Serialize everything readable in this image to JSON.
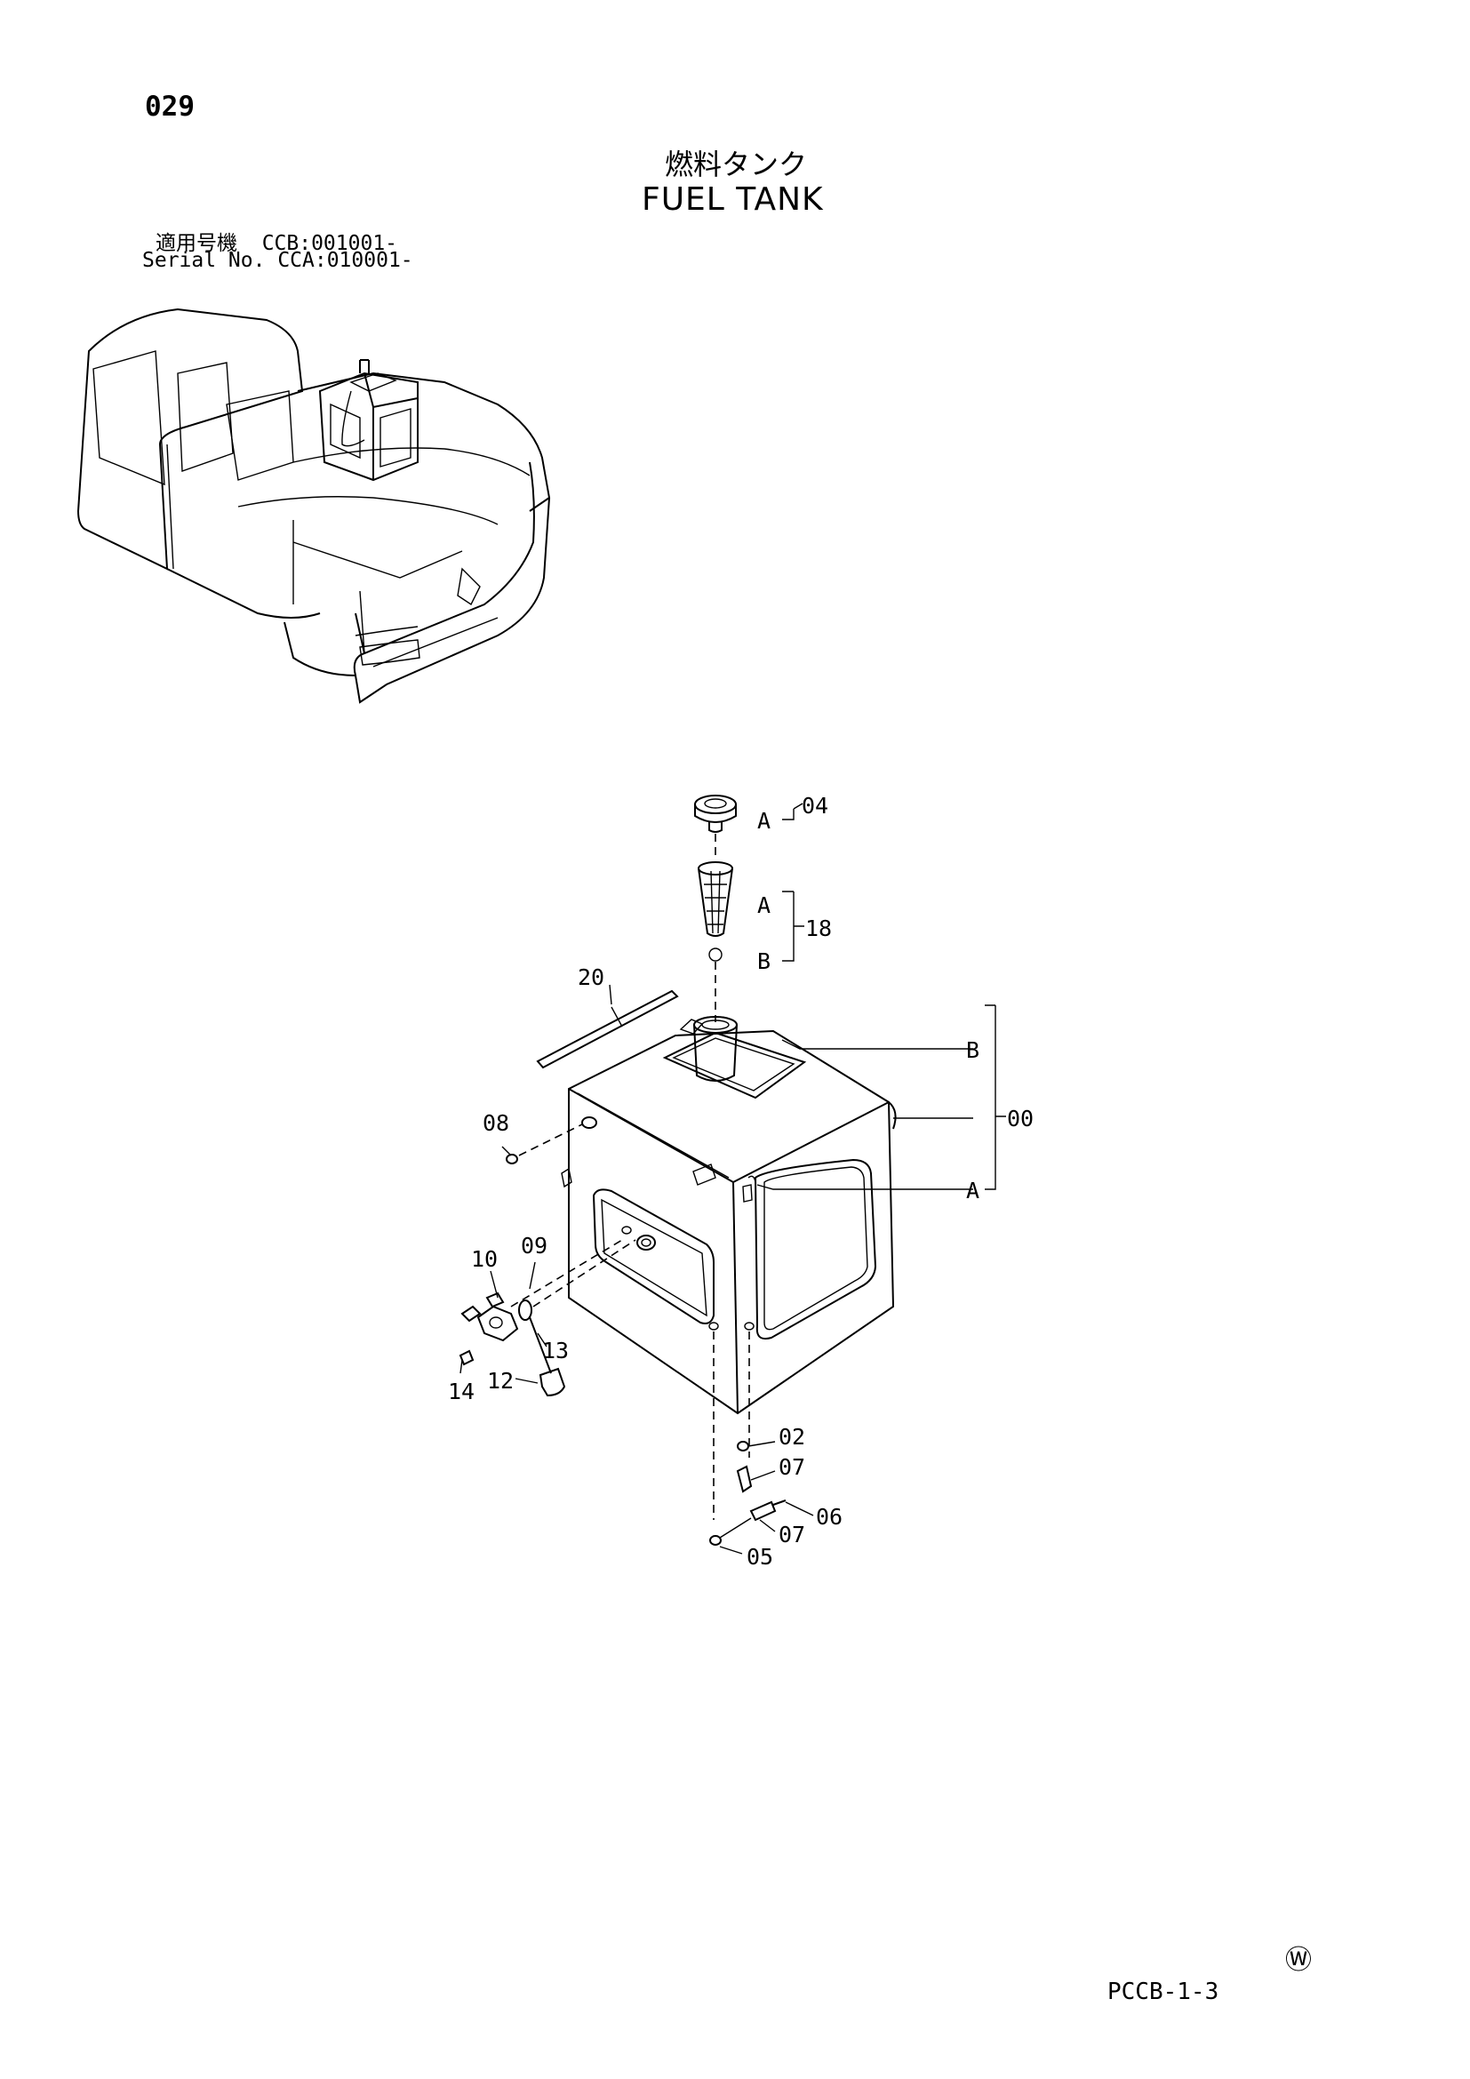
{
  "page": {
    "number": "029",
    "title_jp": "燃料タンク",
    "title_en": "FUEL TANK",
    "serial_line_1": "適用号機  CCB:001001-",
    "serial_line_2": "Serial No. CCA:010001-",
    "watermark": "Ⓦ",
    "doc_code": "PCCB-1-3"
  },
  "callouts": {
    "p04": "04",
    "p18": "18",
    "p20": "20",
    "p00": "00",
    "p08": "08",
    "p09": "09",
    "p10": "10",
    "p13": "13",
    "p12": "12",
    "p14": "14",
    "p02": "02",
    "p07a": "07",
    "p06": "06",
    "p07b": "07",
    "p05": "05",
    "ref_a1": "A",
    "ref_a2": "A",
    "ref_b1": "B",
    "ref_b2": "B",
    "ref_a3": "A"
  }
}
